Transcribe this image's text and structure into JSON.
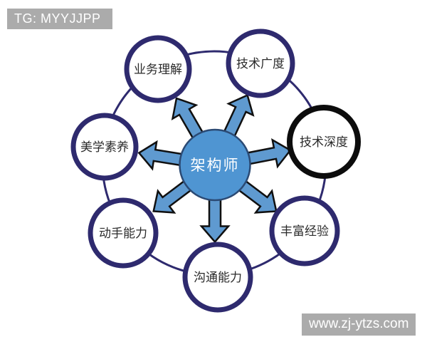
{
  "badge": {
    "text": "TG: MYYJJPP"
  },
  "watermark": {
    "text": "www.zj-ytzs.com"
  },
  "diagram": {
    "center": {
      "label": "架构师"
    },
    "nodes": [
      {
        "id": "business-understanding",
        "label": "业务理解",
        "emphasized": false
      },
      {
        "id": "technical-breadth",
        "label": "技术广度",
        "emphasized": false
      },
      {
        "id": "technical-depth",
        "label": "技术深度",
        "emphasized": true
      },
      {
        "id": "rich-experience",
        "label": "丰富经验",
        "emphasized": false
      },
      {
        "id": "communication-skills",
        "label": "沟通能力",
        "emphasized": false
      },
      {
        "id": "hands-on-ability",
        "label": "动手能力",
        "emphasized": false
      },
      {
        "id": "aesthetic-literacy",
        "label": "美学素养",
        "emphasized": false
      }
    ]
  },
  "colors": {
    "node-border": "#2e2a6e",
    "node-border-emphasis": "#0c0c0c",
    "node-fill": "#ffffff",
    "node-label": "#2b2b2b",
    "center-fill": "#4f95d2",
    "center-stroke": "#2b4a74",
    "center-label": "#ffffff",
    "arrow-fill": "#5f9ad0",
    "arrow-stroke": "#101010",
    "badge-bg": "#ababab",
    "badge-text": "#ffffff",
    "background": "#ffffff"
  }
}
